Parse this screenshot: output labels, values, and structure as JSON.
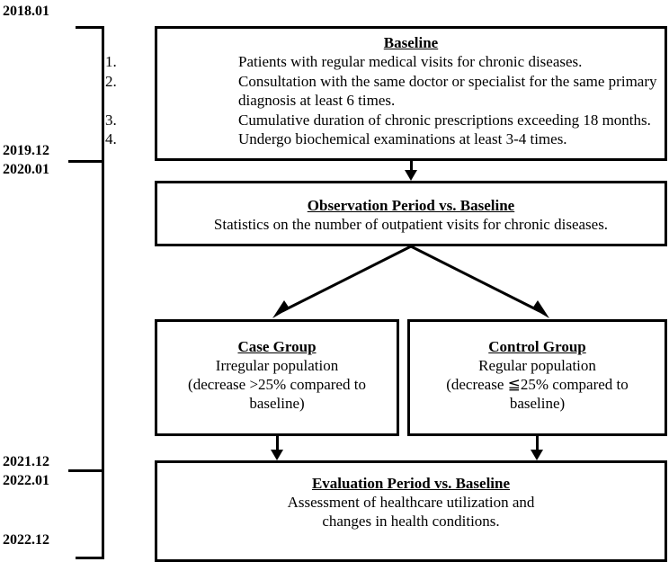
{
  "figure": {
    "type": "study-design-flowchart",
    "line_color": "#000000",
    "background": "#ffffff"
  },
  "timeline": {
    "labels": [
      {
        "text": "2018.01"
      },
      {
        "text": "2019.12"
      },
      {
        "text": "2020.01"
      },
      {
        "text": "2021.12"
      },
      {
        "text": "2022.01"
      },
      {
        "text": "2022.12"
      }
    ],
    "periods": [
      {
        "name": "baseline-period",
        "start": "2018.01",
        "end": "2019.12"
      },
      {
        "name": "observation-period",
        "start": "2020.01",
        "end": "2021.12"
      },
      {
        "name": "evaluation-period",
        "start": "2022.01",
        "end": "2022.12"
      }
    ]
  },
  "boxes": {
    "baseline": {
      "title": "Baseline",
      "criteria": [
        {
          "num": "1.",
          "text": "Patients with regular medical visits for chronic diseases."
        },
        {
          "num": "2.",
          "text": "Consultation with the same doctor or specialist for the same primary diagnosis at least 6 times."
        },
        {
          "num": "3.",
          "text": "Cumulative duration of chronic prescriptions exceeding 18 months."
        },
        {
          "num": "4.",
          "text": "Undergo biochemical examinations at least 3-4 times."
        }
      ]
    },
    "observation": {
      "title": "Observation Period vs. Baseline",
      "line1": "Statistics on the number of outpatient visits for chronic diseases."
    },
    "case_group": {
      "title": "Case Group",
      "line1": "Irregular population",
      "line2": "(decrease >25% compared to",
      "line3": "baseline)"
    },
    "control_group": {
      "title": "Control Group",
      "line1": "Regular population",
      "line2": "(decrease ≦25% compared to",
      "line3": "baseline)"
    },
    "evaluation": {
      "title": "Evaluation Period vs. Baseline",
      "line1": "Assessment of healthcare utilization and",
      "line2": "changes in health conditions."
    }
  },
  "connectors": [
    {
      "name": "baseline-to-observation",
      "style": "vertical-arrow"
    },
    {
      "name": "observation-to-case-group",
      "style": "diagonal-arrow-left"
    },
    {
      "name": "observation-to-control-group",
      "style": "diagonal-arrow-right"
    },
    {
      "name": "case-group-to-evaluation",
      "style": "vertical-arrow"
    },
    {
      "name": "control-group-to-evaluation",
      "style": "vertical-arrow"
    }
  ]
}
